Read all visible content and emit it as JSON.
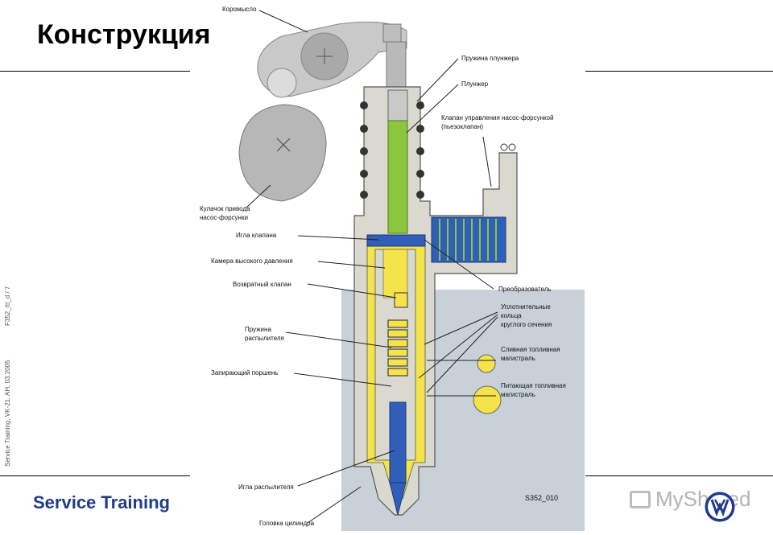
{
  "header": {
    "title": "Конструкция"
  },
  "sidebar": {
    "code_top": "F352_ttt_d / 7",
    "code_bottom": "Service Training, VK-21, AH, 03.2005"
  },
  "footer": {
    "brand": "Service Training",
    "figure_id": "S352_010"
  },
  "watermark": {
    "text": "MyShared"
  },
  "diagram": {
    "labels": {
      "rocker": "Коромысло",
      "cam1": "Кулачок привода",
      "cam2": "насос-форсунки",
      "plunger_spring": "Пружина плунжера",
      "plunger": "Плунжер",
      "valve1": "Клапан управления насос-форсункой",
      "valve2": "(пьезоклапан)",
      "needle_valve": "Игла клапана",
      "chamber": "Камера высокого давления",
      "return_valve": "Возвратный клапан",
      "nozzle_spring1": "Пружина",
      "nozzle_spring2": "распылителя",
      "lock_piston": "Запирающий поршень",
      "nozzle_needle": "Игла распылителя",
      "cyl_head": "Головка цилиндра",
      "converter": "Преобразователь",
      "oring1": "Уплотнительные",
      "oring2": "кольца",
      "oring3": "круглого сечения",
      "drain1": "Сливная топливная",
      "drain2": "магистраль",
      "feed1": "Питающая топливная",
      "feed2": "магистраль"
    }
  },
  "colors": {
    "fuel": "#f5e34a",
    "plunger": "#8cc63f",
    "piezo": "#2f5fb8",
    "body": "#d9d9cf",
    "head": "#c8d1d8",
    "cam": "#b7b7b7",
    "brand": "#1f3b8a"
  }
}
